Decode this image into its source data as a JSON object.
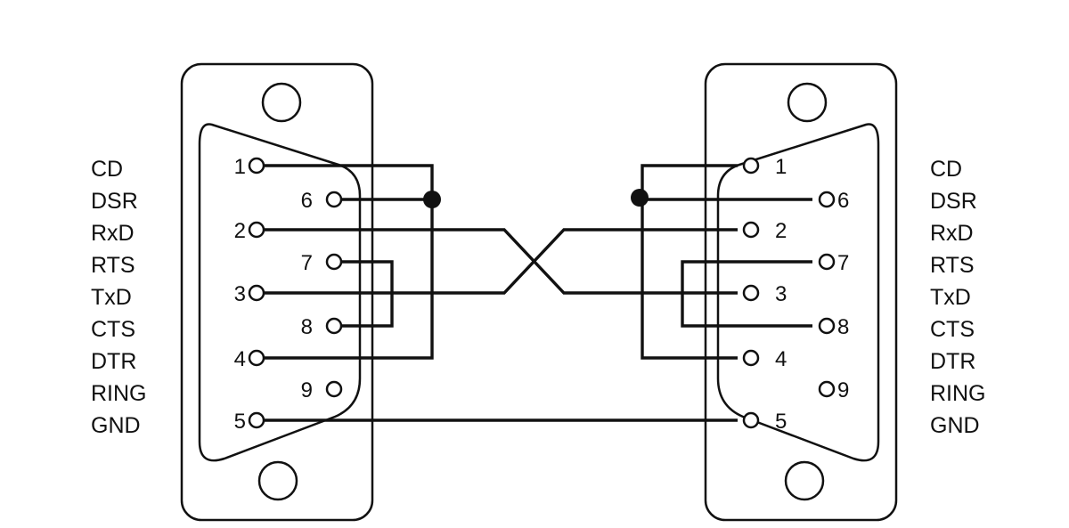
{
  "left_connector": {
    "signals": [
      "CD",
      "DSR",
      "RxD",
      "RTS",
      "TxD",
      "CTS",
      "DTR",
      "RING",
      "GND"
    ],
    "pins": [
      "1",
      "6",
      "2",
      "7",
      "3",
      "8",
      "4",
      "9",
      "5"
    ]
  },
  "right_connector": {
    "signals": [
      "CD",
      "DSR",
      "RxD",
      "RTS",
      "TxD",
      "CTS",
      "DTR",
      "RING",
      "GND"
    ],
    "pins": [
      "1",
      "6",
      "2",
      "7",
      "3",
      "8",
      "4",
      "9",
      "5"
    ]
  },
  "colors": {
    "ink": "#111111",
    "background": "#ffffff"
  }
}
